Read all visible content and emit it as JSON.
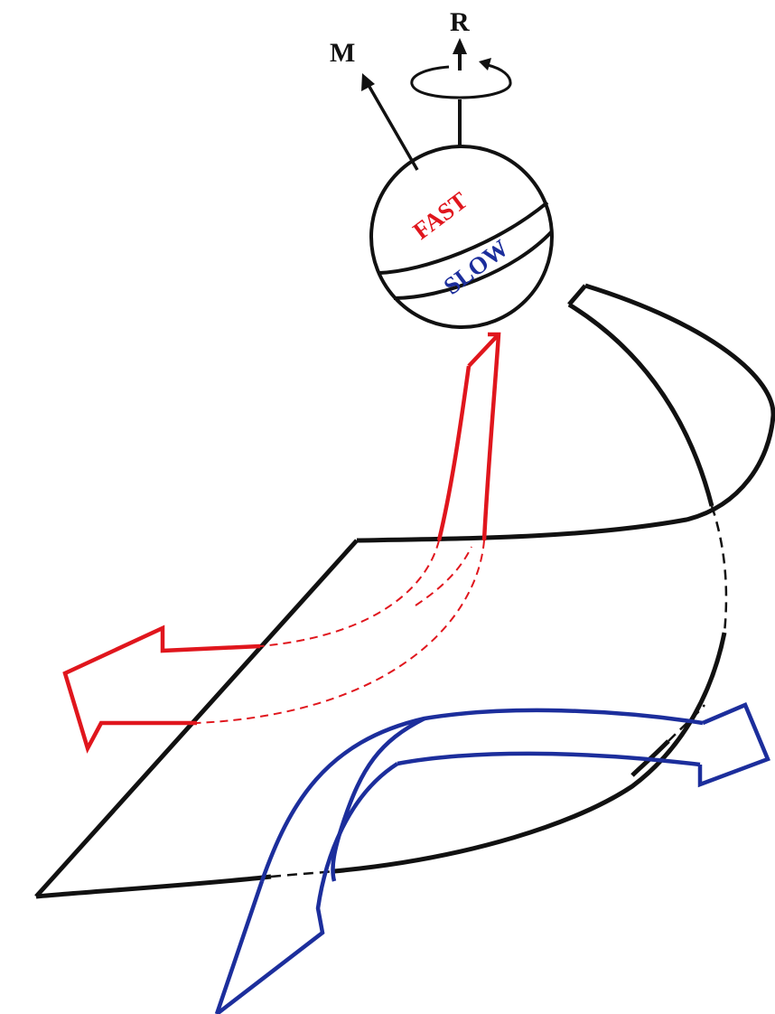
{
  "labels": {
    "m": "M",
    "r": "R",
    "fast": "FAST",
    "slow": "SLOW"
  },
  "colors": {
    "sheet": "#111111",
    "fast": "#e0161d",
    "slow": "#1c2e9c",
    "background": "#ffffff"
  },
  "icons": {
    "rotation": "circular-rotation-arrow"
  }
}
